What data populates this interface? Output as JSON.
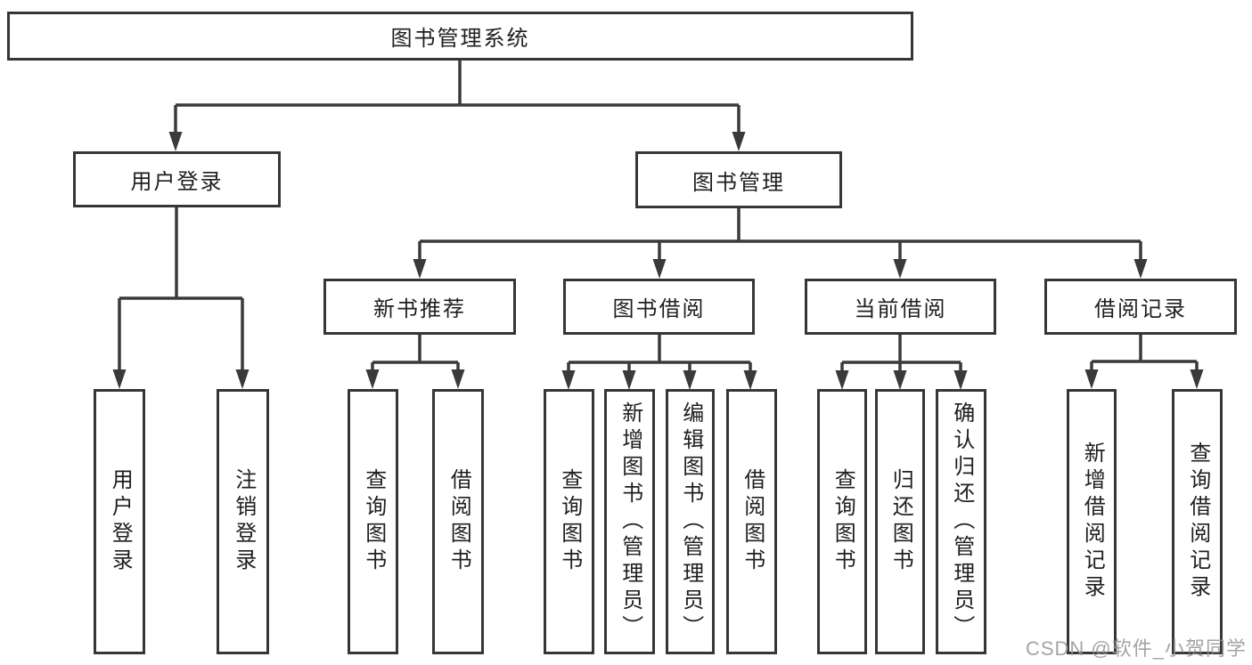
{
  "diagram": {
    "title": "图书管理系统",
    "type": "hierarchy"
  },
  "colors": {
    "line": "#3a3a3a",
    "box_border": "#363636",
    "text": "#1f1f1f",
    "watermark": "#949494",
    "background": "#ffffff"
  },
  "nodes": {
    "root": {
      "label": "图书管理系统"
    },
    "user_login_group": {
      "label": "用户登录"
    },
    "book_management": {
      "label": "图书管理"
    },
    "new_book_recommend": {
      "label": "新书推荐"
    },
    "book_borrow": {
      "label": "图书借阅"
    },
    "current_borrow": {
      "label": "当前借阅"
    },
    "borrow_record": {
      "label": "借阅记录"
    },
    "leaf_user_login": {
      "label": "用户登录"
    },
    "leaf_logout": {
      "label": "注销登录"
    },
    "leaf_query_book_recommend": {
      "label": "查询图书"
    },
    "leaf_borrow_book_recommend": {
      "label": "借阅图书"
    },
    "leaf_query_book_borrow": {
      "label": "查询图书"
    },
    "leaf_add_book_admin": {
      "label": "新增图书（管理员）"
    },
    "leaf_edit_book_admin": {
      "label": "编辑图书（管理员）"
    },
    "leaf_borrow_book": {
      "label": "借阅图书"
    },
    "leaf_query_book_current": {
      "label": "查询图书"
    },
    "leaf_return_book": {
      "label": "归还图书"
    },
    "leaf_confirm_return_admin": {
      "label": "确认归还（管理员）"
    },
    "leaf_add_borrow_record": {
      "label": "新增借阅记录"
    },
    "leaf_query_borrow_record": {
      "label": "查询借阅记录"
    }
  },
  "watermark": {
    "text": "CSDN @软件_小贺同学"
  }
}
